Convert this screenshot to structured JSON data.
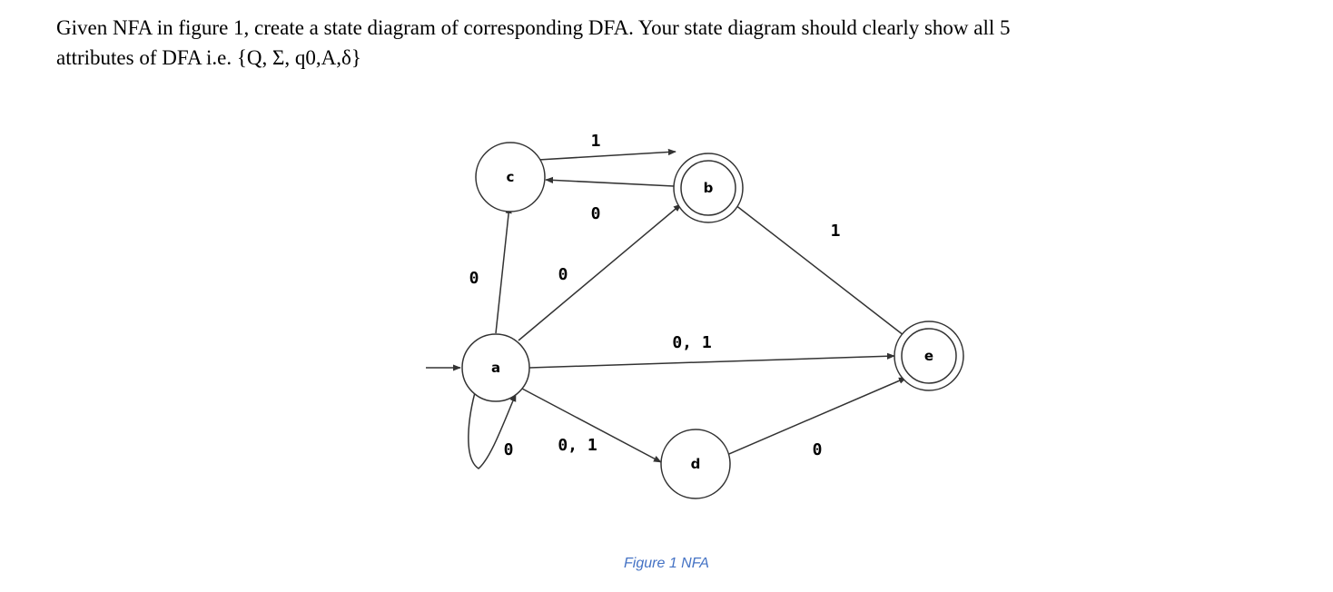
{
  "question": {
    "line1": "Given NFA in figure 1, create a state diagram of corresponding DFA. Your state diagram should clearly show all 5",
    "line2": "attributes of DFA i.e. {Q, Σ, q0,A,δ}"
  },
  "figure": {
    "states": {
      "a": "a",
      "b": "b",
      "c": "c",
      "d": "d",
      "e": "e"
    },
    "accepting_states": [
      "b",
      "e"
    ],
    "start_state": "a",
    "edge_labels": {
      "c_to_b": "1",
      "b_to_c": "0",
      "b_to_e": "1",
      "a_to_c": "0",
      "a_to_b": "0",
      "a_to_e": "0, 1",
      "a_self": "0",
      "a_to_d": "0, 1",
      "d_to_e": "0"
    },
    "caption": "Figure 1 NFA"
  },
  "colors": {
    "caption": "#4472c4",
    "stroke": "#333333"
  }
}
